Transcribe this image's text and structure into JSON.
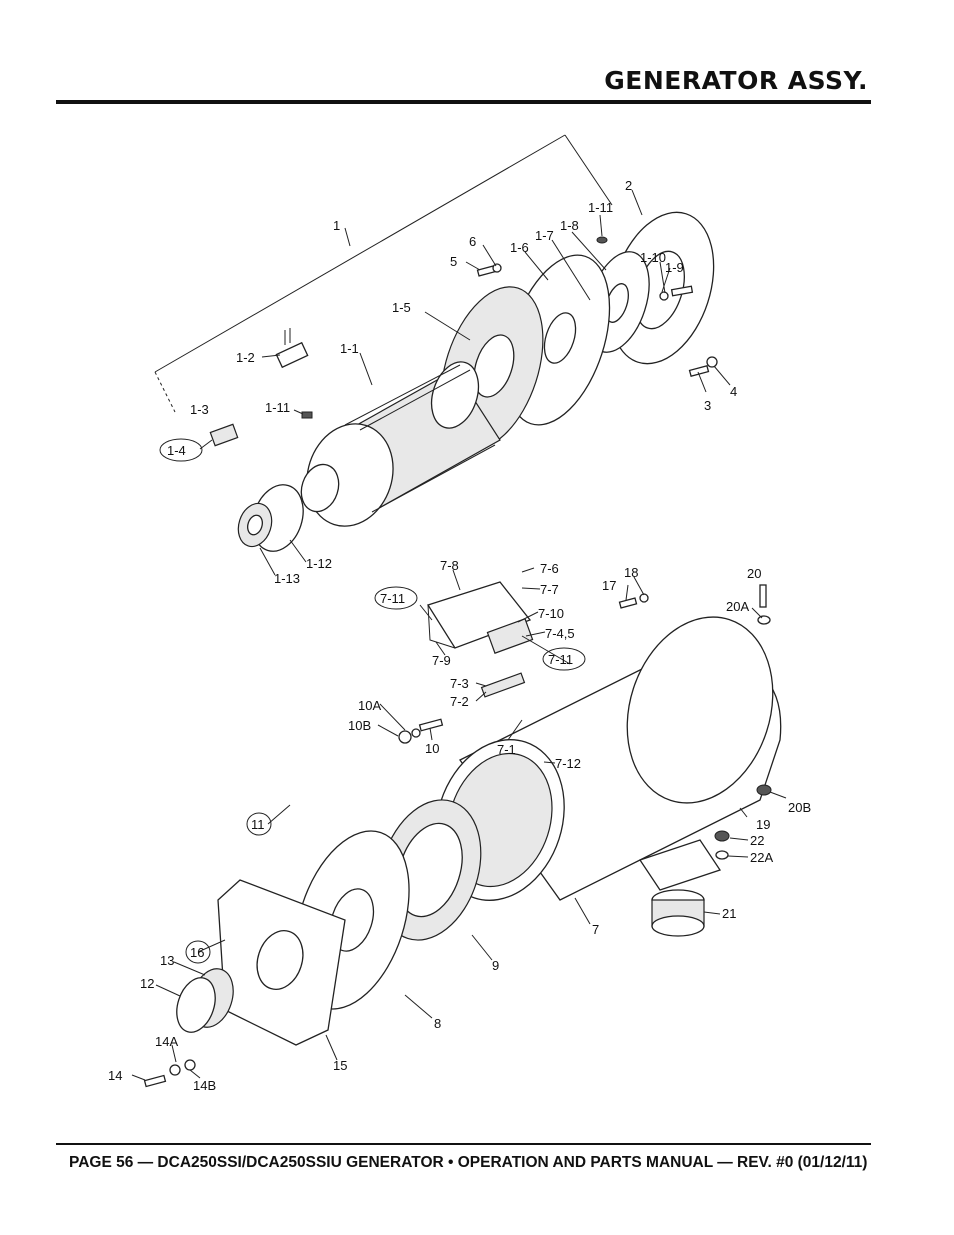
{
  "header": {
    "title": "GENERATOR ASSY."
  },
  "footer": {
    "text": "PAGE 56 — DCA250SSI/DCA250SSIU GENERATOR • OPERATION AND PARTS MANUAL — REV. #0 (01/12/11)"
  },
  "callouts": {
    "p1": "1",
    "p2": "2",
    "p3": "3",
    "p4": "4",
    "p5": "5",
    "p6": "6",
    "p1_1": "1-1",
    "p1_2": "1-2",
    "p1_3": "1-3",
    "p1_4": "1-4",
    "p1_5": "1-5",
    "p1_6": "1-6",
    "p1_7": "1-7",
    "p1_8": "1-8",
    "p1_9": "1-9",
    "p1_10": "1-10",
    "p1_11a": "1-11",
    "p1_11b": "1-11",
    "p1_12": "1-12",
    "p1_13": "1-13",
    "p7": "7",
    "p7_1": "7-1",
    "p7_2": "7-2",
    "p7_3": "7-3",
    "p7_4_5": "7-4,5",
    "p7_6": "7-6",
    "p7_7": "7-7",
    "p7_8": "7-8",
    "p7_9": "7-9",
    "p7_10": "7-10",
    "p7_11a": "7-11",
    "p7_11b": "7-11",
    "p7_12": "7-12",
    "p8": "8",
    "p9": "9",
    "p10": "10",
    "p10a": "10A",
    "p10b": "10B",
    "p11": "11",
    "p12": "12",
    "p13": "13",
    "p14": "14",
    "p14a": "14A",
    "p14b": "14B",
    "p15": "15",
    "p16": "16",
    "p17": "17",
    "p18": "18",
    "p19": "19",
    "p20": "20",
    "p20a": "20A",
    "p20b": "20B",
    "p21": "21",
    "p22": "22",
    "p22a": "22A"
  }
}
